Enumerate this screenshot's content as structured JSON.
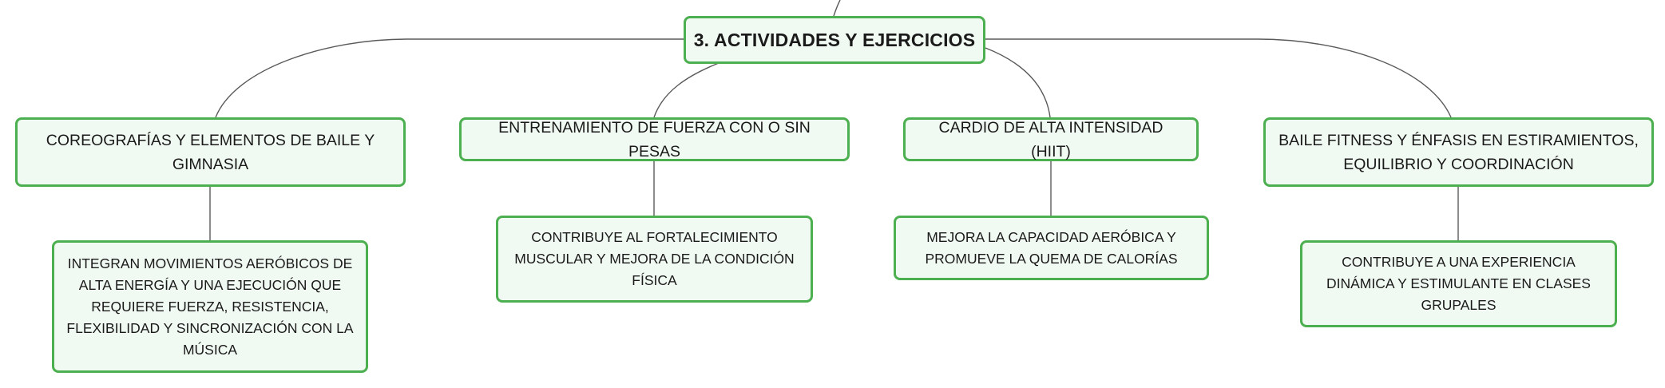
{
  "root": {
    "label": "3. ACTIVIDADES Y EJERCICIOS"
  },
  "branches": [
    {
      "label": "COREOGRAFÍAS Y ELEMENTOS DE BAILE Y GIMNASIA",
      "detail": "INTEGRAN MOVIMIENTOS AERÓBICOS DE ALTA ENERGÍA Y UNA EJECUCIÓN QUE REQUIERE FUERZA, RESISTENCIA, FLEXIBILIDAD Y SINCRONIZACIÓN CON LA MÚSICA"
    },
    {
      "label": "ENTRENAMIENTO DE FUERZA CON O SIN PESAS",
      "detail": "CONTRIBUYE AL FORTALECIMIENTO MUSCULAR Y MEJORA DE LA CONDICIÓN FÍSICA"
    },
    {
      "label": "CARDIO DE ALTA INTENSIDAD (HIIT)",
      "detail": "MEJORA LA CAPACIDAD AERÓBICA Y PROMUEVE LA QUEMA DE CALORÍAS"
    },
    {
      "label": "BAILE FITNESS Y ÉNFASIS EN ESTIRAMIENTOS, EQUILIBRIO Y COORDINACIÓN",
      "detail": "CONTRIBUYE A UNA EXPERIENCIA DINÁMICA Y ESTIMULANTE EN CLASES GRUPALES"
    }
  ],
  "colors": {
    "node_border": "#4caf50",
    "node_fill": "#f1faf2",
    "connector": "#5a5a5a",
    "text": "#1a1a1a"
  }
}
